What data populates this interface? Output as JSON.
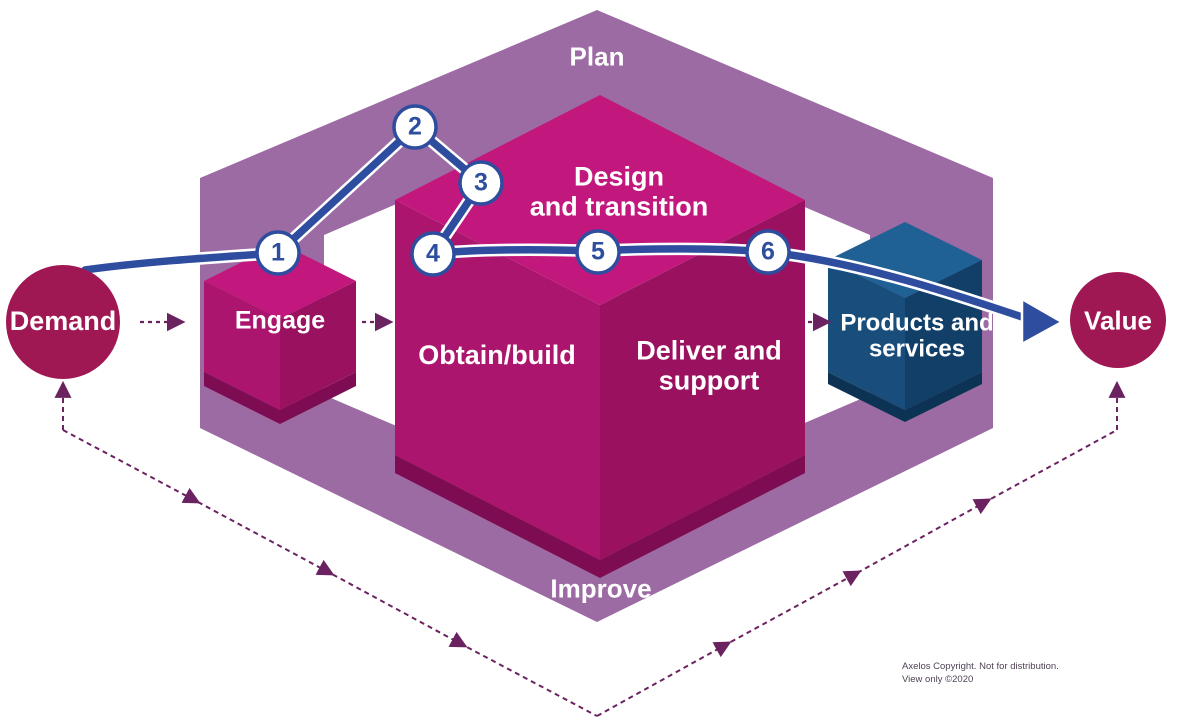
{
  "labels": {
    "plan": "Plan",
    "improve": "Improve",
    "design_line1": "Design",
    "design_line2": "and transition",
    "obtain": "Obtain/build",
    "deliver_line1": "Deliver and",
    "deliver_line2": "support",
    "engage": "Engage",
    "products_line1": "Products and",
    "products_line2": "services",
    "demand": "Demand",
    "value": "Value"
  },
  "steps": [
    "1",
    "2",
    "3",
    "4",
    "5",
    "6"
  ],
  "footer": {
    "line1": "Axelos Copyright.  Not for distribution.",
    "line2": "View only ©2020"
  },
  "colors": {
    "ring": "#9d6ba3",
    "cube_top": "#c2187e",
    "cube_left": "#ab156d",
    "cube_right": "#9a125f",
    "cube_rim": "#7e0c52",
    "blue_cube_top": "#1f6095",
    "blue_cube_left": "#184d7c",
    "blue_cube_right": "#123f68",
    "blue_cube_rim": "#0d3354",
    "journey_blue": "#2f4d9f",
    "journey_casing": "#ffffff",
    "dashed_purple": "#6b2260",
    "circle_pink": "#a01853"
  }
}
